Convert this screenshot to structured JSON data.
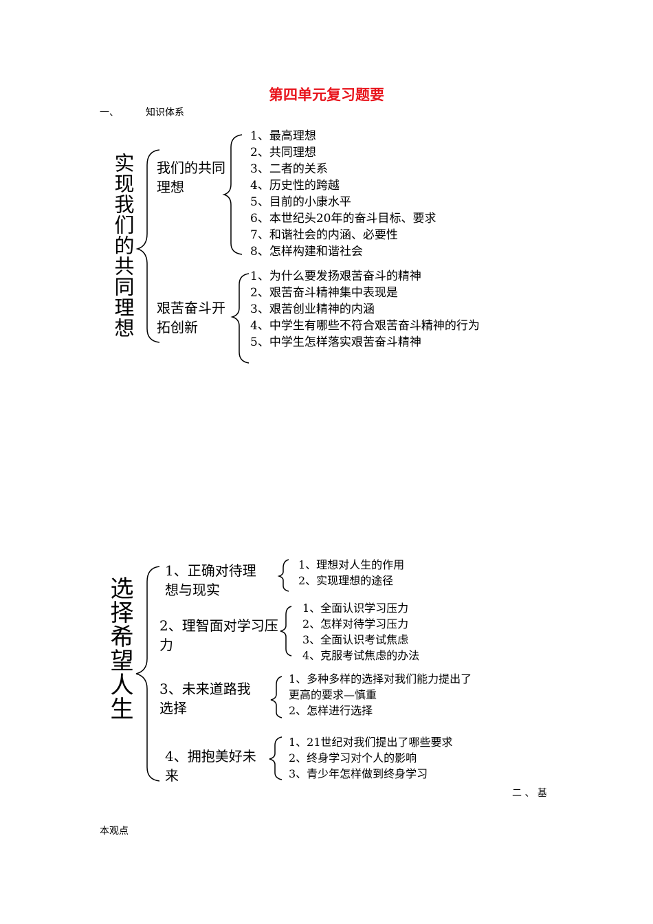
{
  "title": "第四单元复习题要",
  "section1": {
    "number": "一、",
    "name": "知识体系"
  },
  "part1": {
    "main": "实现我们的共同理想",
    "groups": [
      {
        "label": "我们的共同理想",
        "items": [
          "1、最高理想",
          "2、共同理想",
          "3、二者的关系",
          "4、历史性的跨越",
          "5、目前的小康水平",
          "6、本世纪头20年的奋斗目标、要求",
          "7、和谐社会的内涵、必要性",
          "8、怎样构建和谐社会"
        ]
      },
      {
        "label": "艰苦奋斗开拓创新",
        "items": [
          "1、为什么要发扬艰苦奋斗的精神",
          "2、艰苦奋斗精神集中表现是",
          "3、艰苦创业精神的内涵",
          "4、中学生有哪些不符合艰苦奋斗精神的行为",
          "5、中学生怎样落实艰苦奋斗精神"
        ]
      }
    ]
  },
  "part2": {
    "main": "选择希望人生",
    "groups": [
      {
        "label": "1、正确对待理想与现实",
        "items": [
          "1、理想对人生的作用",
          "2、实现理想的途径"
        ]
      },
      {
        "label": "2、理智面对学习压力",
        "items": [
          "1、全面认识学习压力",
          "2、怎样对待学习压力",
          "3、全面认识考试焦虑",
          "4、克服考试焦虑的办法"
        ]
      },
      {
        "label": "3、未来道路我选择",
        "items": [
          "1、多种多样的选择对我们能力提出了更高的要求—慎重",
          "2、怎样进行选择"
        ]
      },
      {
        "label": "4、拥抱美好未来",
        "items": [
          "1、21世纪对我们提出了哪些要求",
          "2、终身学习对个人的影响",
          "3、青少年怎样做到终身学习"
        ]
      }
    ]
  },
  "section2": {
    "part_a": "二 、 基",
    "part_b": "本观点"
  }
}
